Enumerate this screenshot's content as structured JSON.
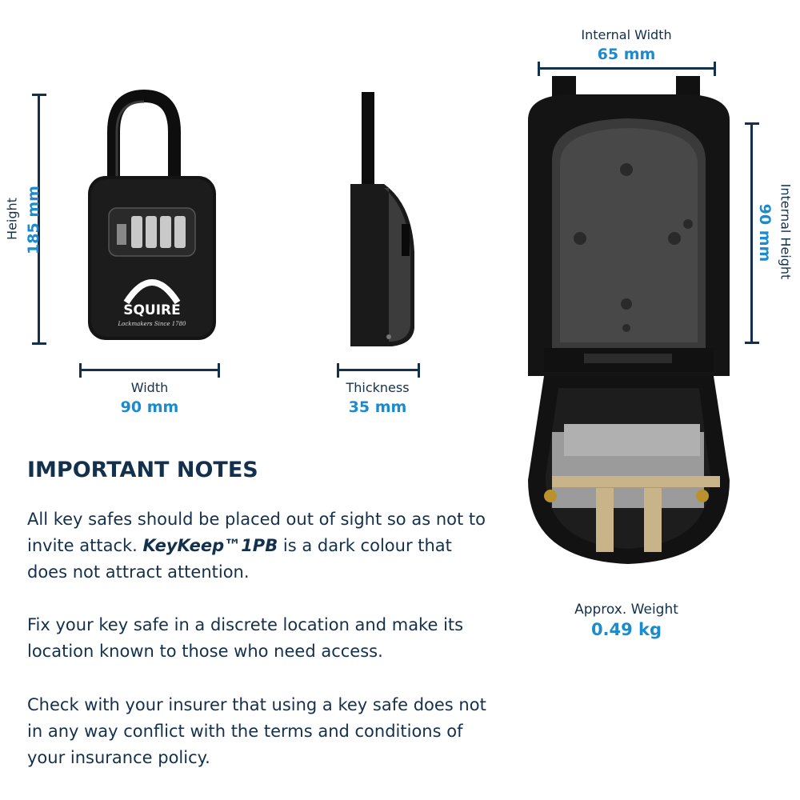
{
  "dimensions": {
    "height": {
      "label": "Height",
      "value": "185 mm"
    },
    "width": {
      "label": "Width",
      "value": "90 mm"
    },
    "thickness": {
      "label": "Thickness",
      "value": "35 mm"
    },
    "internal_width": {
      "label": "Internal Width",
      "value": "65 mm"
    },
    "internal_height": {
      "label": "Internal Height",
      "value": "90 mm"
    },
    "weight": {
      "label": "Approx. Weight",
      "value": "0.49 kg"
    }
  },
  "product": {
    "brand": "SQUIRE",
    "tagline": "Lockmakers Since 1780"
  },
  "notes": {
    "title": "IMPORTANT NOTES",
    "p1_before": "All key safes should be placed out of sight so as not to invite attack. ",
    "p1_product": "KeyKeep™1PB",
    "p1_after": " is a dark colour that does not attract attention.",
    "p2": "Fix your key safe in a discrete location and make its location known to those who need access.",
    "p3": "Check with your insurer that using a key safe does not in any way conflict with the terms and conditions of your insurance policy."
  },
  "colors": {
    "navy": "#13304d",
    "accent_blue": "#1b8bd0"
  }
}
